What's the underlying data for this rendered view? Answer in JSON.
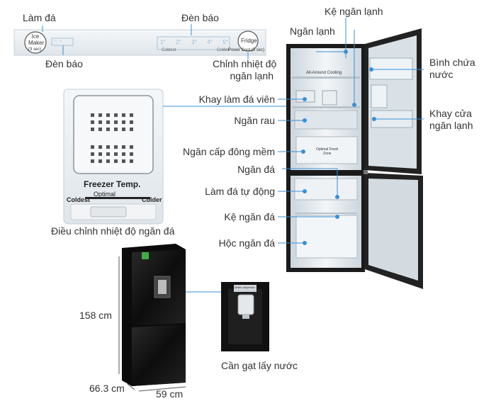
{
  "colors": {
    "accent_line": "#3a8fd6",
    "fridge_body": "#1a1a1a",
    "interior": "#e9eef2",
    "panel": "#e8edf1"
  },
  "control_panel": {
    "ice_button": {
      "line1": "Ice",
      "line2": "Maker",
      "hint": "(3 sec)"
    },
    "indicator_leds": [
      "-- --",
      "-- --"
    ],
    "level_led_labels": [
      "1°",
      "2°",
      "3°",
      "4°",
      "5°"
    ],
    "coldest": "Coldest",
    "colder": "Colder",
    "fridge_button": {
      "label": "Fridge",
      "hint": "Power Cool (3 sec)"
    }
  },
  "freezer_panel": {
    "title": "Freezer Temp.",
    "optimal": "Optimal",
    "coldest": "Coldest",
    "colder": "Colder"
  },
  "interior_text": {
    "cooling": "All-Around Cooling",
    "fresh_zone_line1": "Optimal Fresh",
    "fresh_zone_line2": "Zone",
    "dispenser_tag": "Water dispenser"
  },
  "labels": {
    "lam_da": "Làm đá",
    "den_bao_left": "Đèn báo",
    "den_bao_top": "Đèn báo",
    "ke_ngan_lanh": "Kệ ngăn lạnh",
    "ngan_lanh": "Ngăn lạnh",
    "chinh_nhiet_do_1": "Chỉnh nhiệt độ",
    "chinh_nhiet_do_2": "ngăn lạnh",
    "binh_chua_1": "Bình chứa",
    "binh_chua_2": "nước",
    "khay_lam_da": "Khay làm đá viên",
    "ngan_rau": "Ngăn rau",
    "khay_cua_1": "Khay cửa",
    "khay_cua_2": "ngăn lạnh",
    "ngan_cap_dong": "Ngăn cấp đông mềm",
    "ngan_da": "Ngăn đá",
    "lam_da_tu_dong": "Làm đá tự động",
    "ke_ngan_da": "Kệ ngăn đá",
    "hoc_ngan_da": "Hộc ngăn đá",
    "dieu_chinh": "Điều chỉnh nhiệt độ ngăn đá",
    "can_gat": "Cần gạt lấy nước",
    "height": "158 cm",
    "depth": "66.3 cm",
    "width": "59 cm"
  }
}
